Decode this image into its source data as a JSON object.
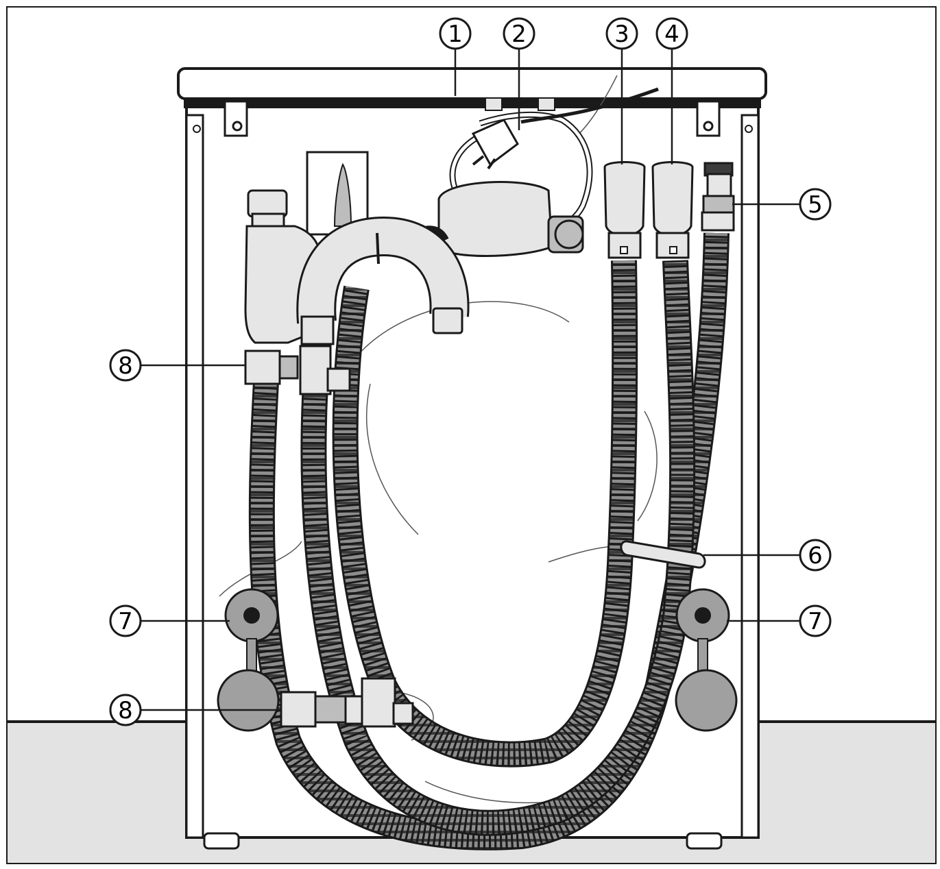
{
  "diagram": {
    "colors": {
      "background": "#ffffff",
      "floor": "#e3e3e3",
      "outline": "#1a1a1a",
      "hose_fill": "#8d8d8d",
      "hose_dark": "#3c3c3c",
      "part_light": "#e6e6e6",
      "part_mid": "#bdbdbd",
      "foot_grey": "#a0a0a0"
    },
    "callouts": [
      {
        "id": "c1",
        "label": "1"
      },
      {
        "id": "c2",
        "label": "2"
      },
      {
        "id": "c3",
        "label": "3"
      },
      {
        "id": "c4",
        "label": "4"
      },
      {
        "id": "c5",
        "label": "5"
      },
      {
        "id": "c6",
        "label": "6"
      },
      {
        "id": "c7a",
        "label": "7"
      },
      {
        "id": "c7b",
        "label": "7"
      },
      {
        "id": "c8a",
        "label": "8"
      },
      {
        "id": "c8b",
        "label": "8"
      }
    ]
  }
}
